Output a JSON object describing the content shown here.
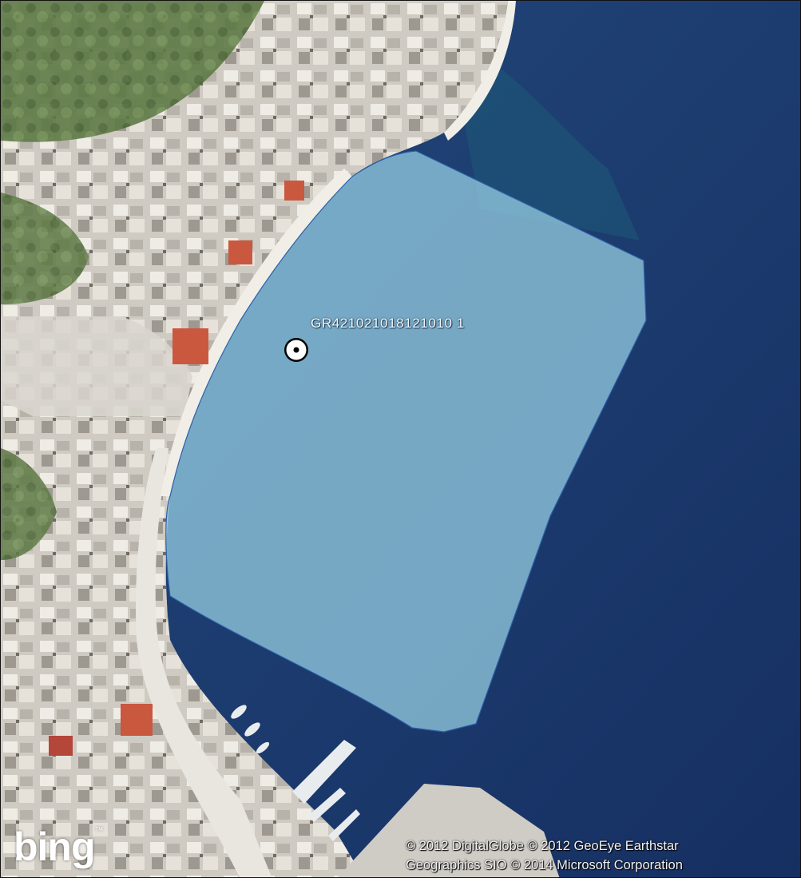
{
  "map": {
    "feature_label": "GR421021018121010 1",
    "marker_icon": "bullseye-marker-icon",
    "zone_fill": "#8fc6dc",
    "sea_color": "#1c3a70",
    "provider_logo": "bing",
    "logo_tm": "™",
    "copyright_lines": [
      "© 2012 DigitalGlobe © 2012 GeoEye Earthstar",
      "Geographics  SIO © 2014 Microsoft Corporation"
    ]
  }
}
